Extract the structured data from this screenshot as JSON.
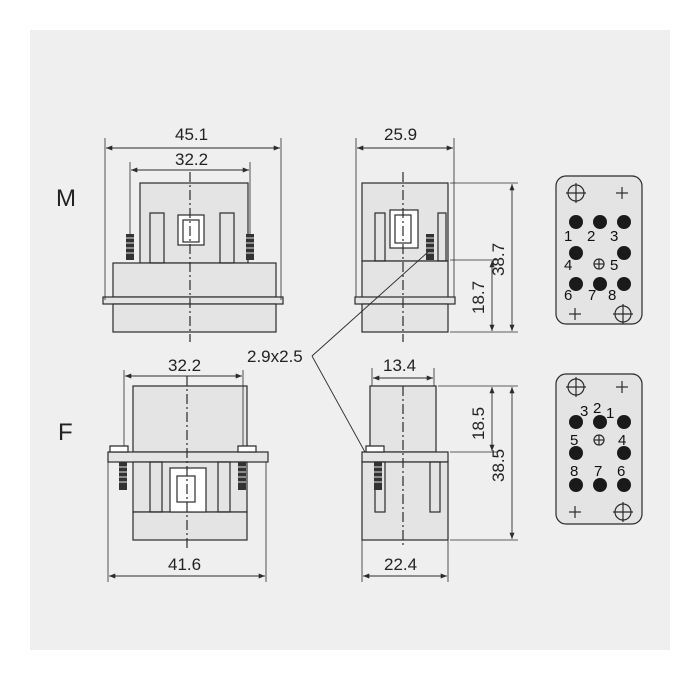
{
  "labels": {
    "male": "M",
    "female": "F"
  },
  "dimensions": {
    "m_front_width": "45.1",
    "m_front_pitch": "32.2",
    "m_side_width": "25.9",
    "m_side_height_total": "38.7",
    "m_side_height_lower": "18.7",
    "screw_callout": "2.9x2.5",
    "f_front_pitch": "32.2",
    "f_front_width": "41.6",
    "f_side_width_top": "13.4",
    "f_side_width_bottom": "22.4",
    "f_side_height_upper": "18.5",
    "f_side_height_total": "38.5"
  },
  "pin_layout_m": {
    "pins": [
      {
        "label": "1"
      },
      {
        "label": "2"
      },
      {
        "label": "3"
      },
      {
        "label": "4"
      },
      {
        "label": "5"
      },
      {
        "label": "6"
      },
      {
        "label": "7"
      },
      {
        "label": "8"
      }
    ]
  },
  "pin_layout_f": {
    "pins": [
      {
        "label": "3"
      },
      {
        "label": "2"
      },
      {
        "label": "1"
      },
      {
        "label": "5"
      },
      {
        "label": "4"
      },
      {
        "label": "8"
      },
      {
        "label": "7"
      },
      {
        "label": "6"
      }
    ]
  },
  "colors": {
    "background": "#efeff0",
    "body": "#e4e4e4",
    "line": "#2b2b2b",
    "pin": "#1a1a1a"
  }
}
